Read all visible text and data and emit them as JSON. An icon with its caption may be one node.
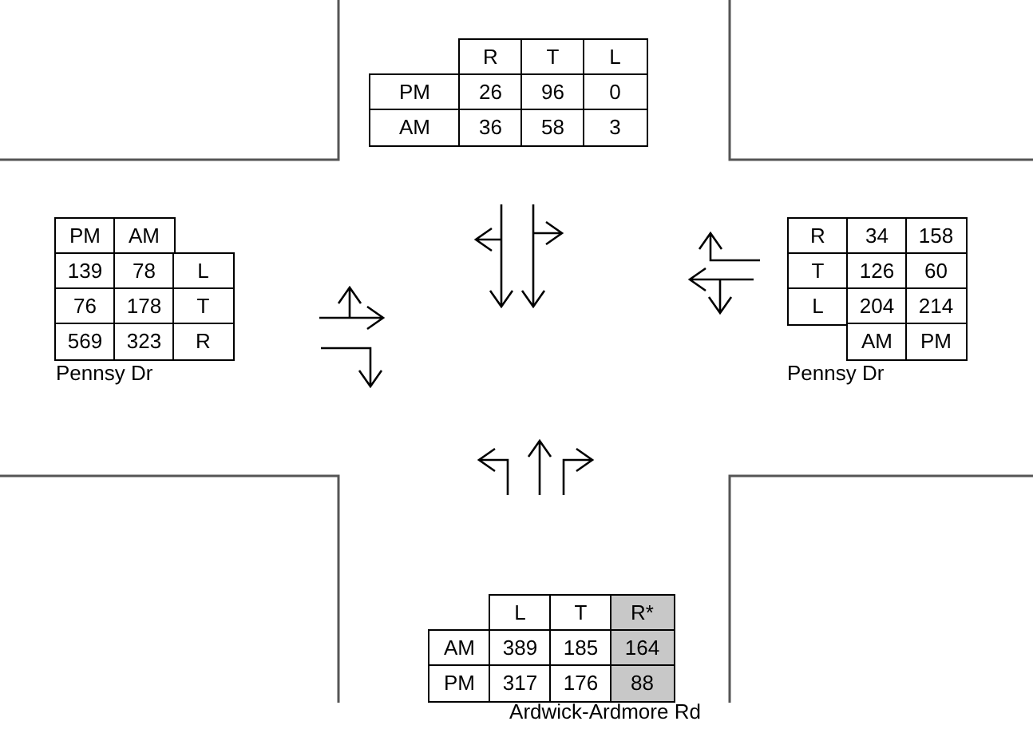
{
  "diagram": {
    "labels": [
      "R",
      "T",
      "L",
      "PM",
      "26",
      "96",
      "0",
      "AM",
      "36",
      "58",
      "3",
      "PM",
      "AM",
      "139",
      "78",
      "L",
      "76",
      "178",
      "T",
      "569",
      "323",
      "R",
      "R",
      "34",
      "158",
      "T",
      "126",
      "60",
      "L",
      "204",
      "214",
      "AM",
      "PM",
      "Pennsy Dr",
      "Pennsy Dr",
      "L",
      "T",
      "R*",
      "AM",
      "389",
      "185",
      "164",
      "PM",
      "317",
      "176",
      "88",
      "Ardwick-Ardmore Rd"
    ]
  }
}
